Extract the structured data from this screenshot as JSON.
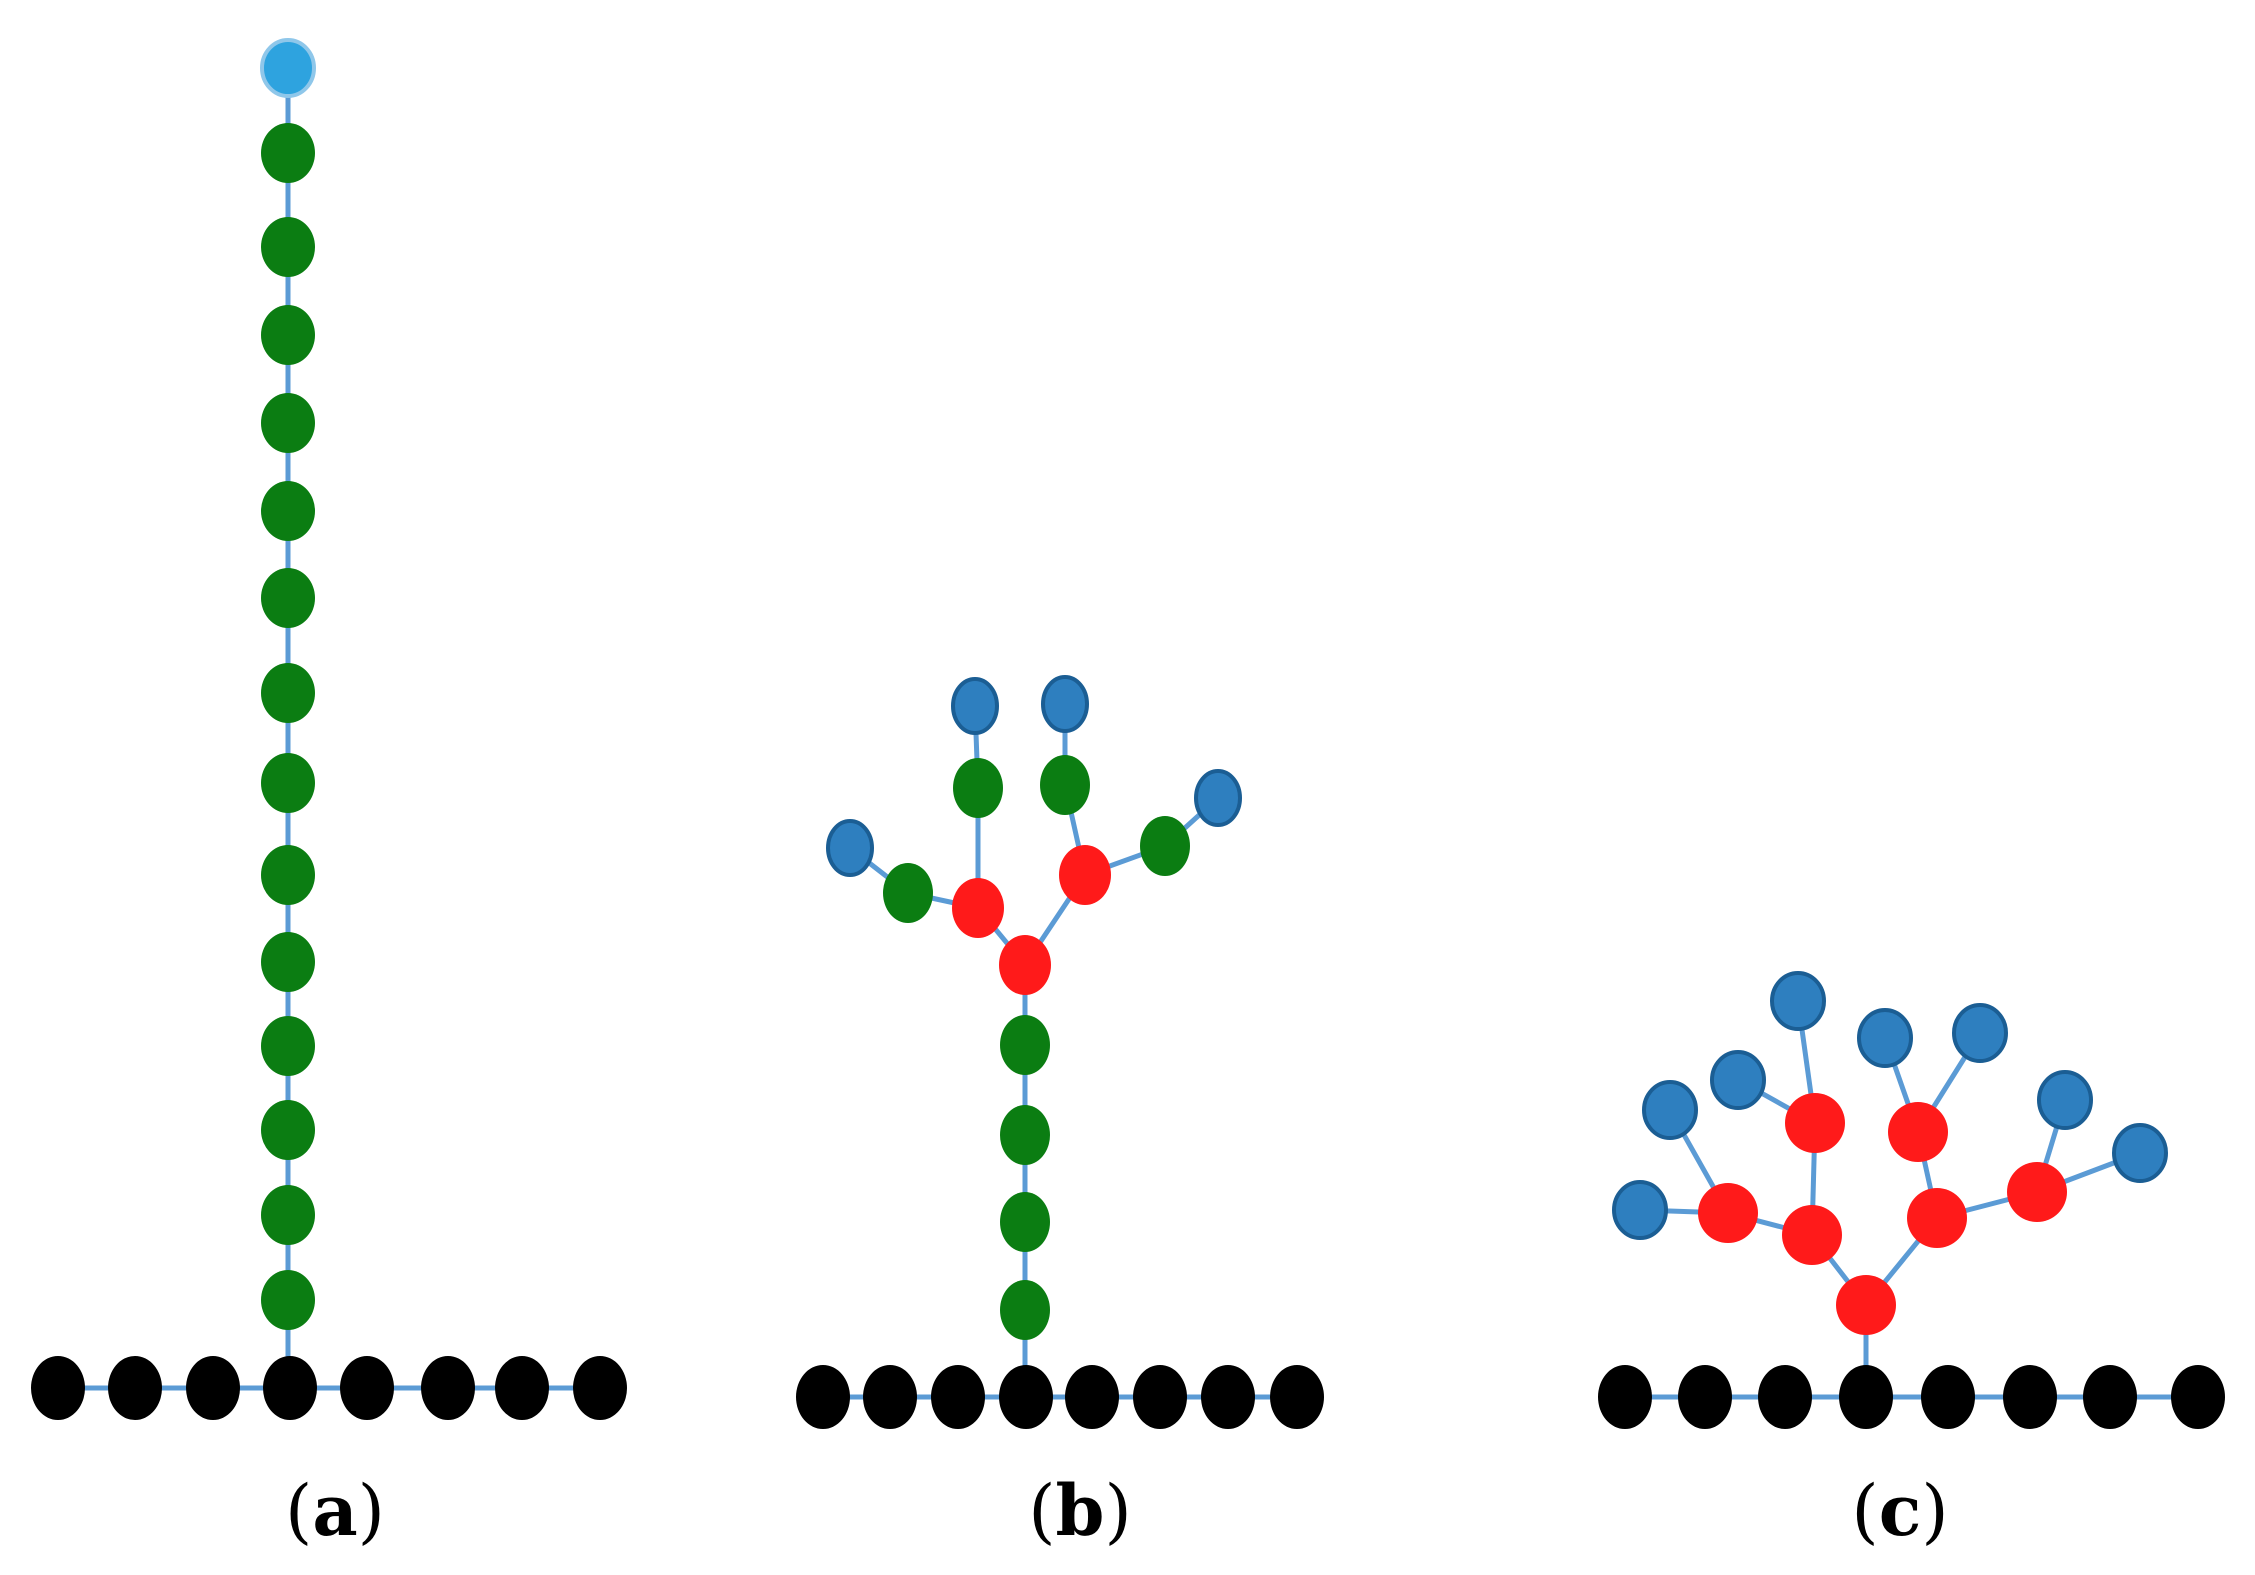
{
  "panels": [
    {
      "id": "a",
      "label_open": "(",
      "label_letter": "a",
      "label_close": ")"
    },
    {
      "id": "b",
      "label_open": "(",
      "label_letter": "b",
      "label_close": ")"
    },
    {
      "id": "c",
      "label_open": "(",
      "label_letter": "c",
      "label_close": ")"
    }
  ],
  "colors": {
    "backbone": "#000000",
    "spacer": "#0b7d12",
    "branch": "#ff1a1a",
    "end_group": "#2e7fbf",
    "end_group_a": "#2ea3df",
    "bond": "#5b9bd5"
  }
}
